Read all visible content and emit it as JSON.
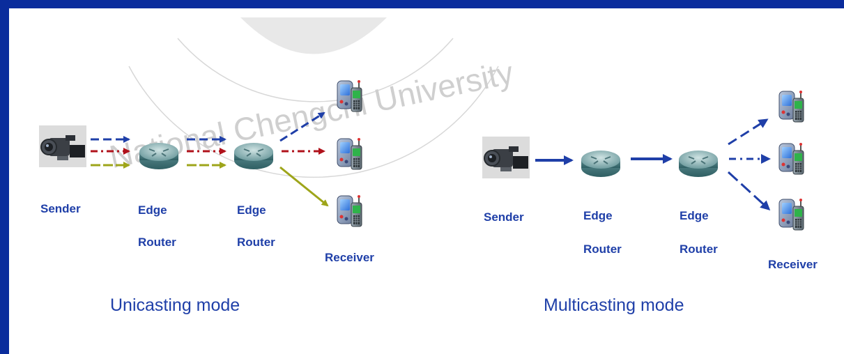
{
  "watermark": {
    "text": "National Chengchi University"
  },
  "unicast": {
    "sender_label": "Sender",
    "router1": {
      "line1": "Edge",
      "line2": "Router"
    },
    "router2": {
      "line1": "Edge",
      "line2": "Router"
    },
    "receiver_label": "Receiver",
    "mode_label": "Unicasting mode",
    "stream_colors": [
      "#1f3fa8",
      "#b0121b",
      "#9ea51a"
    ]
  },
  "multicast": {
    "sender_label": "Sender",
    "router1": {
      "line1": "Edge",
      "line2": "Router"
    },
    "router2": {
      "line1": "Edge",
      "line2": "Router"
    },
    "receiver_label": "Receiver",
    "mode_label": "Multicasting mode",
    "stream_color": "#1f3fa8"
  },
  "icons": {
    "sender": "video-camera-icon",
    "router": "router-icon",
    "receiver": "mobile-devices-icon"
  }
}
